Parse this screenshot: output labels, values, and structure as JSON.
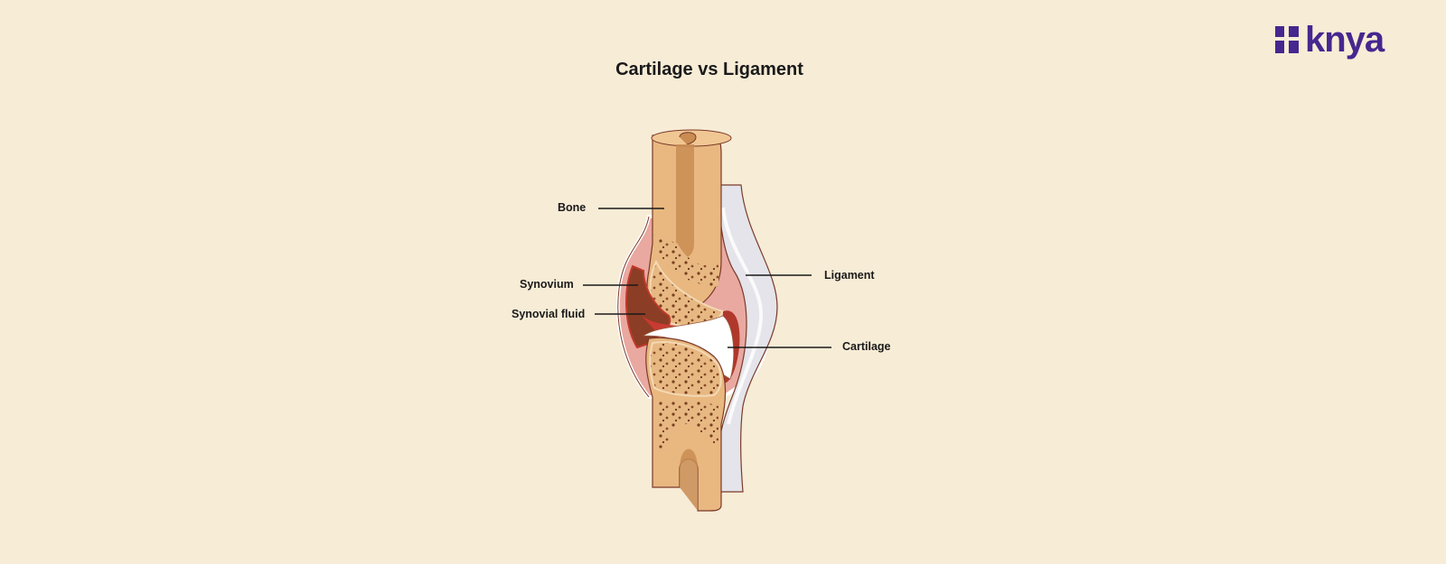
{
  "title": "Cartilage vs Ligament",
  "brand": {
    "name": "knya",
    "color": "#45278f",
    "icon": "knya-logo-icon"
  },
  "labels": {
    "bone": "Bone",
    "synovium": "Synovium",
    "synovial_fluid": "Synovial fluid",
    "ligament": "Ligament",
    "cartilage": "Cartilage"
  },
  "colors": {
    "background": "#f7ecd6",
    "bone": "#e8b77f",
    "marrow": "#c98c52",
    "synovium": "#e9a8a0",
    "fluid": "#8b3d25",
    "ligament": "#e6e6ea",
    "leader_line": "#1a1a1a"
  }
}
